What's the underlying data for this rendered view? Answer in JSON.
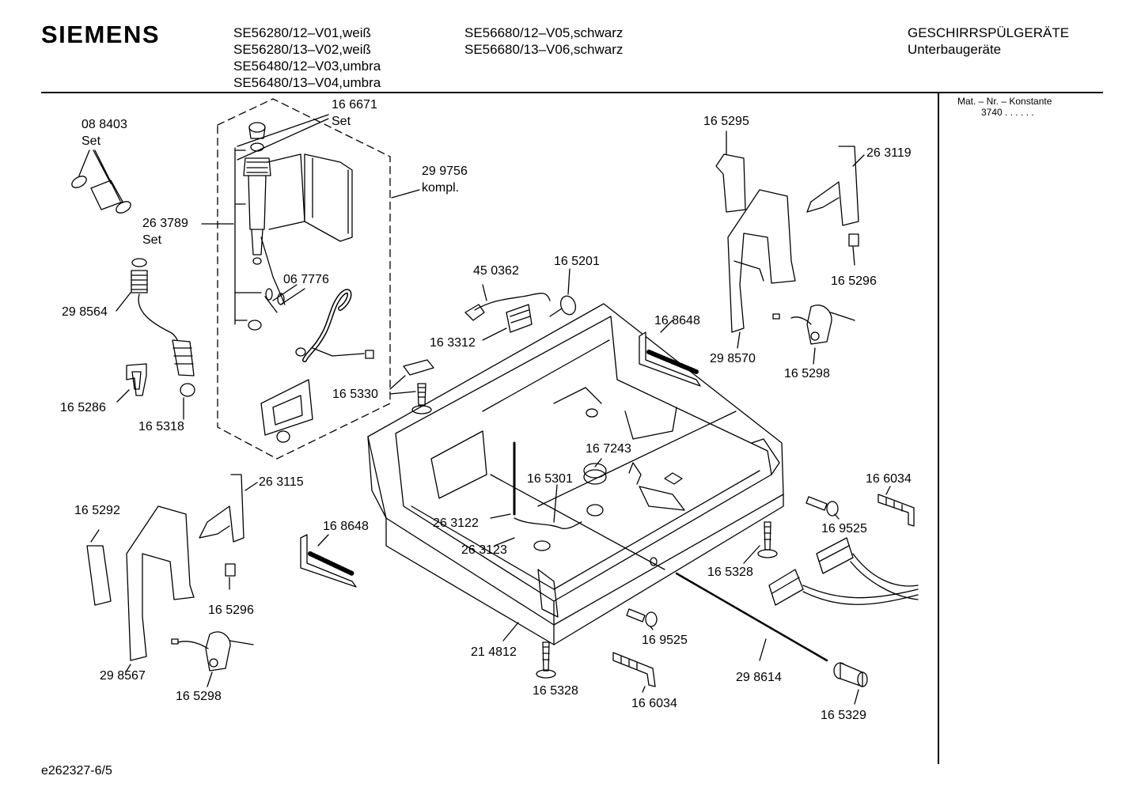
{
  "header": {
    "brand": "SIEMENS",
    "models_col1": [
      "SE56280/12–V01,weiß",
      "SE56280/13–V02,weiß",
      "SE56480/12–V03,umbra",
      "SE56480/13–V04,umbra"
    ],
    "models_col2": [
      "SE56680/12–V05,schwarz",
      "SE56680/13–V06,schwarz"
    ],
    "category": "GESCHIRRSPÜLGERÄTE",
    "subcategory": "Unterbaugeräte"
  },
  "sidebar": {
    "mat_label": "Mat. – Nr. – Konstante",
    "mat_value": "3740  .  .  .  .  .  ."
  },
  "parts": [
    {
      "id": "p1",
      "text": "16 6671"
    },
    {
      "id": "p1s",
      "text": "Set"
    },
    {
      "id": "p2",
      "text": "08 8403"
    },
    {
      "id": "p2s",
      "text": "Set"
    },
    {
      "id": "p3",
      "text": "29 9756"
    },
    {
      "id": "p3s",
      "text": "kompl."
    },
    {
      "id": "p4",
      "text": "26 3789"
    },
    {
      "id": "p4s",
      "text": "Set"
    },
    {
      "id": "p5",
      "text": "06 7776"
    },
    {
      "id": "p6",
      "text": "29 8564"
    },
    {
      "id": "p7",
      "text": "16 5286"
    },
    {
      "id": "p8",
      "text": "16 5318"
    },
    {
      "id": "p9",
      "text": "16 5330"
    },
    {
      "id": "p10",
      "text": "45 0362"
    },
    {
      "id": "p11",
      "text": "16 5201"
    },
    {
      "id": "p12",
      "text": "16 3312"
    },
    {
      "id": "p13",
      "text": "16 5295"
    },
    {
      "id": "p14",
      "text": "26 3119"
    },
    {
      "id": "p15",
      "text": "16 5296"
    },
    {
      "id": "p16",
      "text": "16 8648"
    },
    {
      "id": "p17",
      "text": "29 8570"
    },
    {
      "id": "p18",
      "text": "16 5298"
    },
    {
      "id": "p19",
      "text": "16 7243"
    },
    {
      "id": "p20",
      "text": "16 5301"
    },
    {
      "id": "p21",
      "text": "26 3115"
    },
    {
      "id": "p22",
      "text": "16 5292"
    },
    {
      "id": "p23",
      "text": "16 8648"
    },
    {
      "id": "p24",
      "text": "26 3122"
    },
    {
      "id": "p25",
      "text": "26 3123"
    },
    {
      "id": "p26",
      "text": "16 6034"
    },
    {
      "id": "p27",
      "text": "16 9525"
    },
    {
      "id": "p28",
      "text": "16 5328"
    },
    {
      "id": "p29",
      "text": "16 5296"
    },
    {
      "id": "p30",
      "text": "29 8567"
    },
    {
      "id": "p31",
      "text": "16 5298"
    },
    {
      "id": "p32",
      "text": "21 4812"
    },
    {
      "id": "p33",
      "text": "16 9525"
    },
    {
      "id": "p34",
      "text": "16 5328"
    },
    {
      "id": "p35",
      "text": "16 6034"
    },
    {
      "id": "p36",
      "text": "29 8614"
    },
    {
      "id": "p37",
      "text": "16 5329"
    }
  ],
  "footer": {
    "code": "e262327-6/5"
  }
}
